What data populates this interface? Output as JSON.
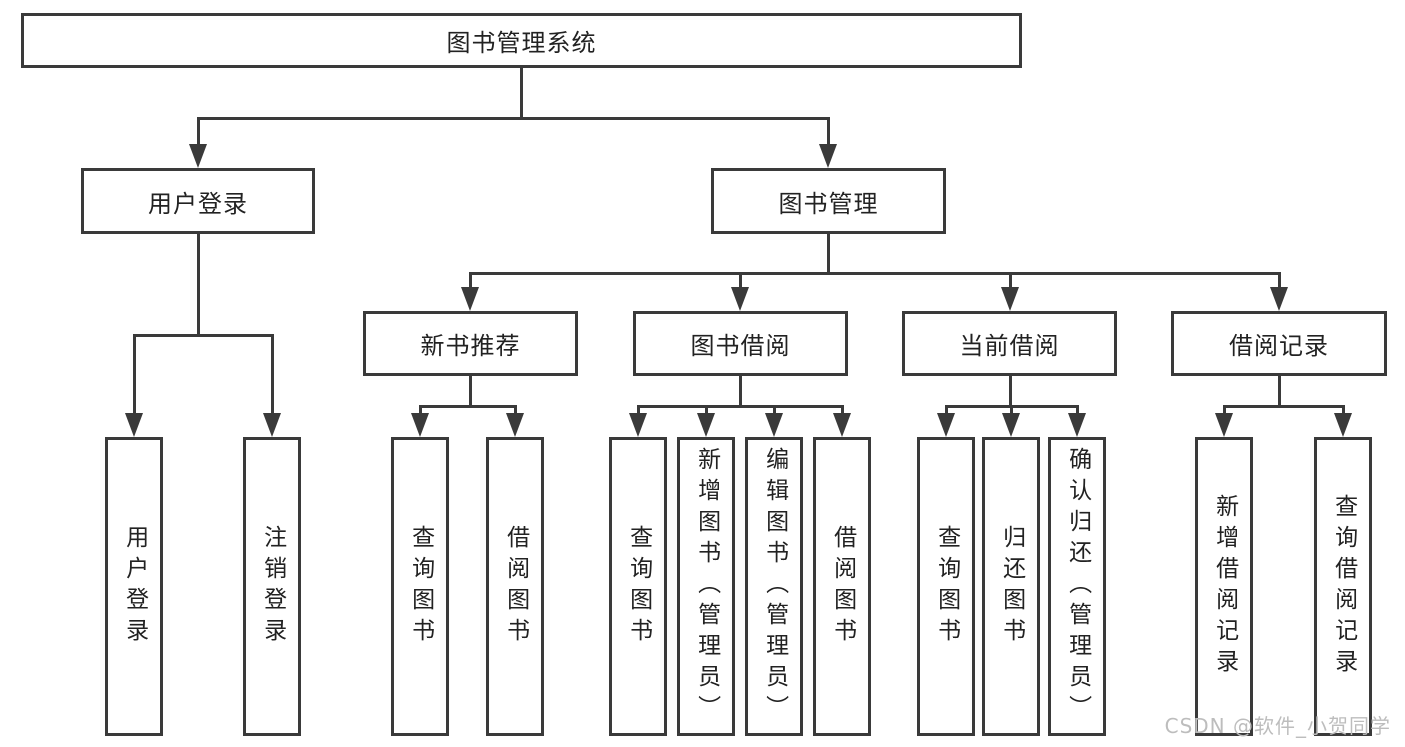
{
  "title": "图书管理系统",
  "tree": {
    "root": {
      "label": "图书管理系统"
    },
    "level2": [
      {
        "label": "用户登录"
      },
      {
        "label": "图书管理"
      }
    ],
    "level3": [
      {
        "label": "新书推荐",
        "parent": "图书管理"
      },
      {
        "label": "图书借阅",
        "parent": "图书管理"
      },
      {
        "label": "当前借阅",
        "parent": "图书管理"
      },
      {
        "label": "借阅记录",
        "parent": "图书管理"
      }
    ],
    "leaves": [
      {
        "label": "用户登录",
        "parent": "用户登录"
      },
      {
        "label": "注销登录",
        "parent": "用户登录"
      },
      {
        "label": "查询图书",
        "parent": "新书推荐"
      },
      {
        "label": "借阅图书",
        "parent": "新书推荐"
      },
      {
        "label": "查询图书",
        "parent": "图书借阅"
      },
      {
        "label": "新增图书（管理员）",
        "parent": "图书借阅"
      },
      {
        "label": "编辑图书（管理员）",
        "parent": "图书借阅"
      },
      {
        "label": "借阅图书",
        "parent": "图书借阅"
      },
      {
        "label": "查询图书",
        "parent": "当前借阅"
      },
      {
        "label": "归还图书",
        "parent": "当前借阅"
      },
      {
        "label": "确认归还（管理员）",
        "parent": "当前借阅"
      },
      {
        "label": "新增借阅记录",
        "parent": "借阅记录"
      },
      {
        "label": "查询借阅记录",
        "parent": "借阅记录"
      }
    ]
  },
  "watermark": "CSDN @软件_小贺同学",
  "colors": {
    "line": "#3a3a3a",
    "box_border": "#3a3a3a",
    "text": "#222222",
    "watermark": "#bdbdbd",
    "background": "#ffffff"
  }
}
